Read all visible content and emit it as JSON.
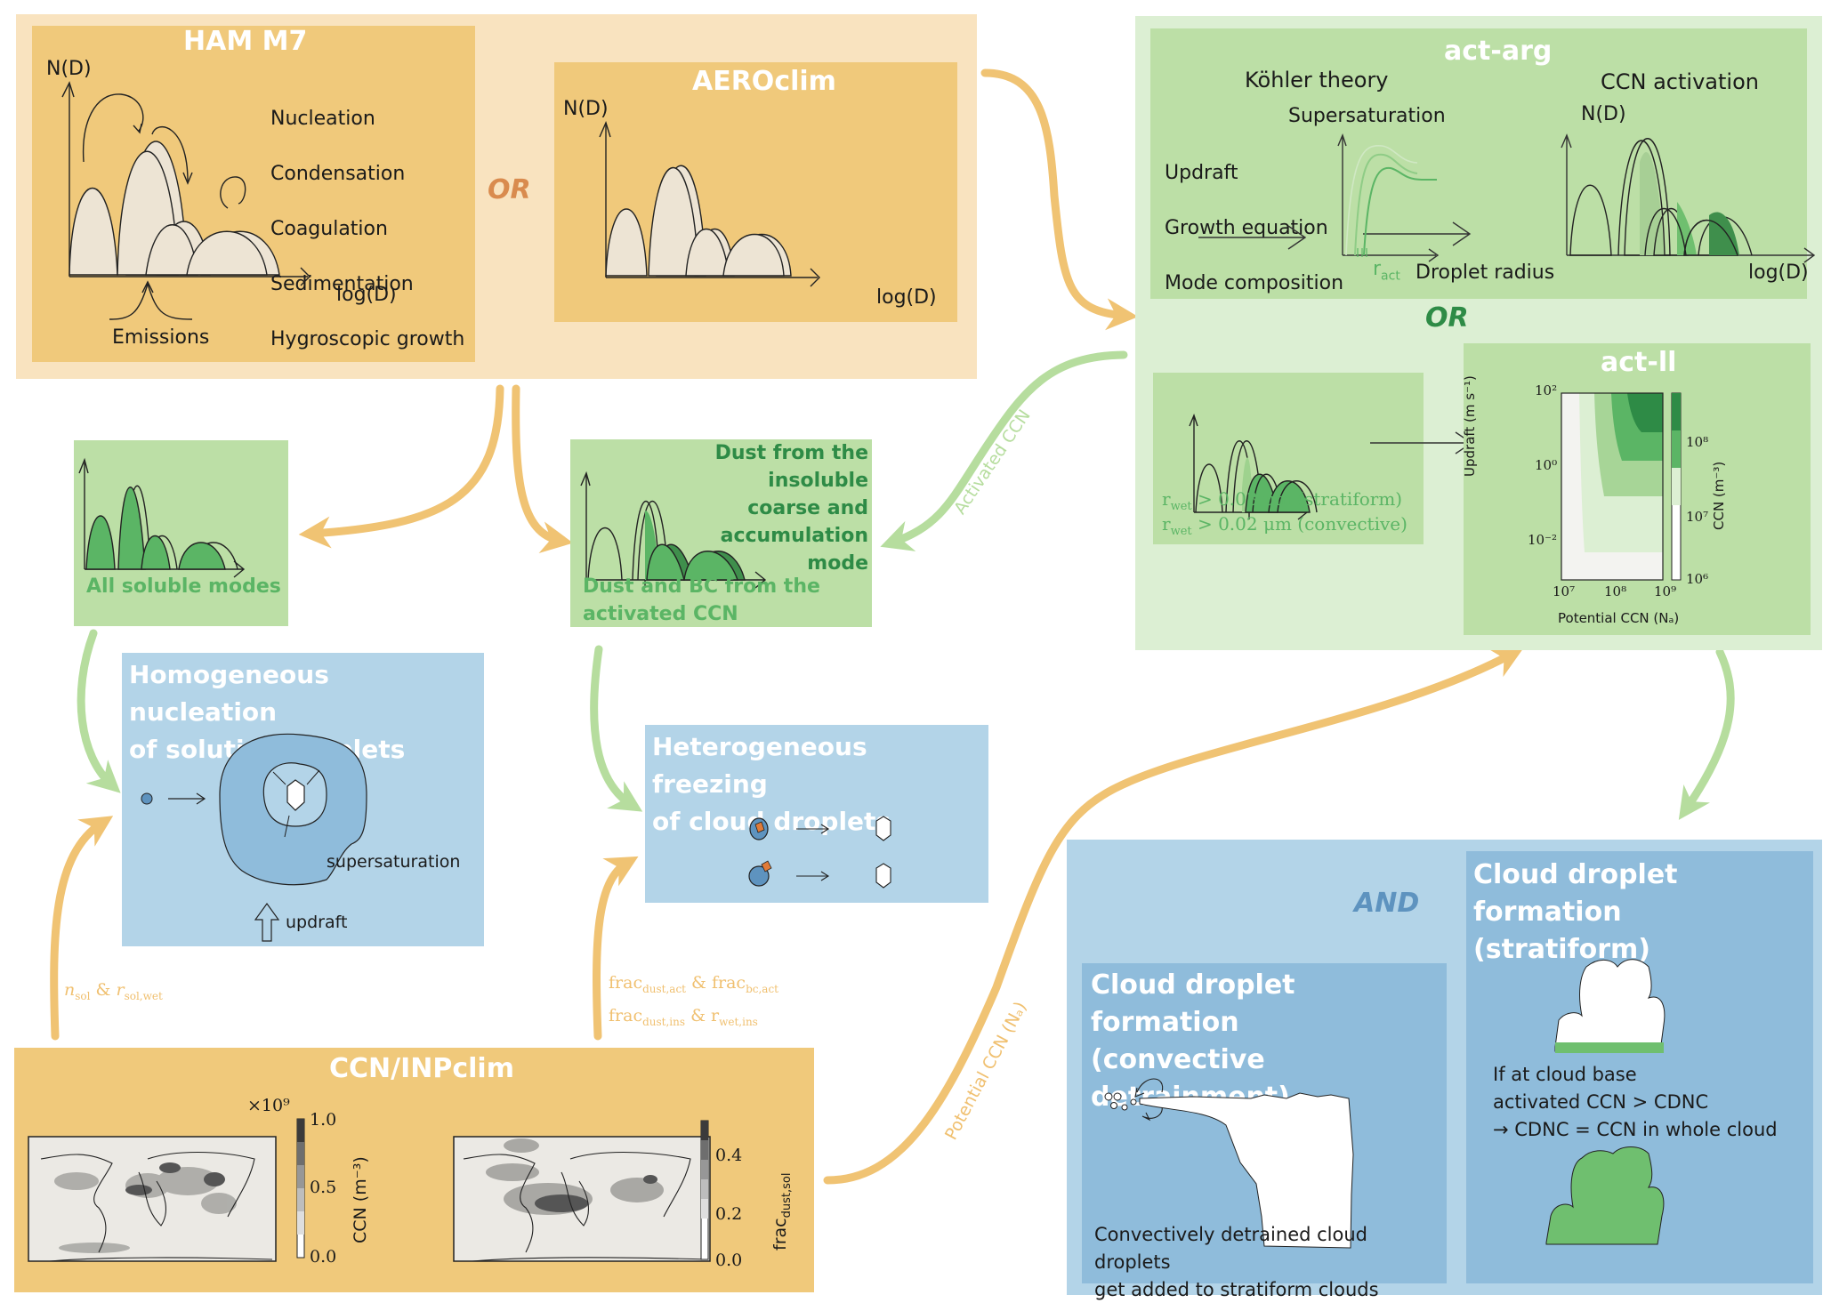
{
  "colors": {
    "orange_light": "#f9e3bf",
    "orange": "#f0c97b",
    "orange_arrow": "#f0c373",
    "orange_or": "#d98b4e",
    "green_light": "#dcefd3",
    "green": "#bcdfa6",
    "green_arrow": "#b6dd9e",
    "green_fill": "#5bb565",
    "green_dark": "#2e8b46",
    "blue_light": "#b3d4e8",
    "blue": "#8fbcdb",
    "blue_and": "#5e93bf"
  },
  "ham_m7": {
    "title": "HAM M7",
    "y_axis": "N(D)",
    "x_axis": "log(D)",
    "processes": [
      "Nucleation",
      "Condensation",
      "Coagulation",
      "Sedimentation",
      "Hygroscopic growth"
    ],
    "emissions": "Emissions"
  },
  "or_top": "OR",
  "aeroclim": {
    "title": "AEROclim",
    "y_axis": "N(D)",
    "x_axis": "log(D)"
  },
  "act_arg": {
    "title": "act-arg",
    "kohler_heading": "Köhler theory",
    "ccn_heading": "CCN activation",
    "supersaturation": "Supersaturation",
    "inputs": [
      "Updraft",
      "Growth equation",
      "Mode composition"
    ],
    "r_act": "r",
    "r_act_sub": "act",
    "droplet_radius": "Droplet radius",
    "y_axis": "N(D)",
    "x_axis": "log(D)"
  },
  "or_right": "OR",
  "act_ll_inputs": {
    "line1_prefix": "r",
    "line1_sub": "wet",
    "line1": " > 0.03 μm (stratiform)",
    "line2_prefix": "r",
    "line2_sub": "wet",
    "line2": " > 0.02 μm (convective)"
  },
  "act_ll": {
    "title": "act-ll",
    "ylabel": "Updraft (m s⁻¹)",
    "xlabel": "Potential CCN (Nₐ)",
    "cbar_label": "CCN (m⁻³)",
    "y_ticks": [
      "10²",
      "10⁰",
      "10⁻²"
    ],
    "x_ticks": [
      "10⁷",
      "10⁸",
      "10⁹"
    ],
    "cbar_ticks": [
      "10⁸",
      "10⁷",
      "10⁶"
    ]
  },
  "soluble_box": {
    "label": "All soluble modes"
  },
  "dust_box": {
    "dark_label": "Dust from the\ninsoluble\ncoarse and\naccumulation\nmode",
    "light_label": "Dust and BC from the\nactivated CCN"
  },
  "arrow_labels": {
    "activated_ccn": "Activated CCN",
    "potential_ccn": "Potential CCN (Nₐ)",
    "n_sol": "n",
    "n_sol_sub": "sol",
    "r_sol": "r",
    "r_sol_sub": "sol,wet",
    "amp": " & ",
    "frac_line1": [
      "frac",
      "dust,act",
      " & frac",
      "bc,act"
    ],
    "frac_line2": [
      "frac",
      "dust,ins",
      " & r",
      "wet,ins"
    ]
  },
  "homogeneous": {
    "title": "Homogeneous nucleation\nof solution droplets",
    "supersaturation": "supersaturation",
    "updraft": "updraft"
  },
  "heterogeneous": {
    "title": "Heterogeneous freezing\nof cloud droplets"
  },
  "ccn_inpclim": {
    "title": "CCN/INPclim",
    "map1_scale": "×10⁹",
    "map1_cbar_ticks": [
      "1.0",
      "0.5",
      "0.0"
    ],
    "map1_cbar_label": "CCN (m⁻³)",
    "map2_cbar_ticks": [
      "0.4",
      "0.2",
      "0.0"
    ],
    "map2_cbar_label": "frac",
    "map2_cbar_label_sub": "dust,sol"
  },
  "and_word": "AND",
  "convective": {
    "title": "Cloud droplet formation\n(convective detrainment)",
    "caption": "Convectively detrained cloud droplets\nget added to stratiform clouds"
  },
  "stratiform": {
    "title": "Cloud droplet formation\n(stratiform)",
    "caption": "If at cloud base\nactivated CCN > CDNC\n→ CDNC = CCN in whole cloud"
  }
}
